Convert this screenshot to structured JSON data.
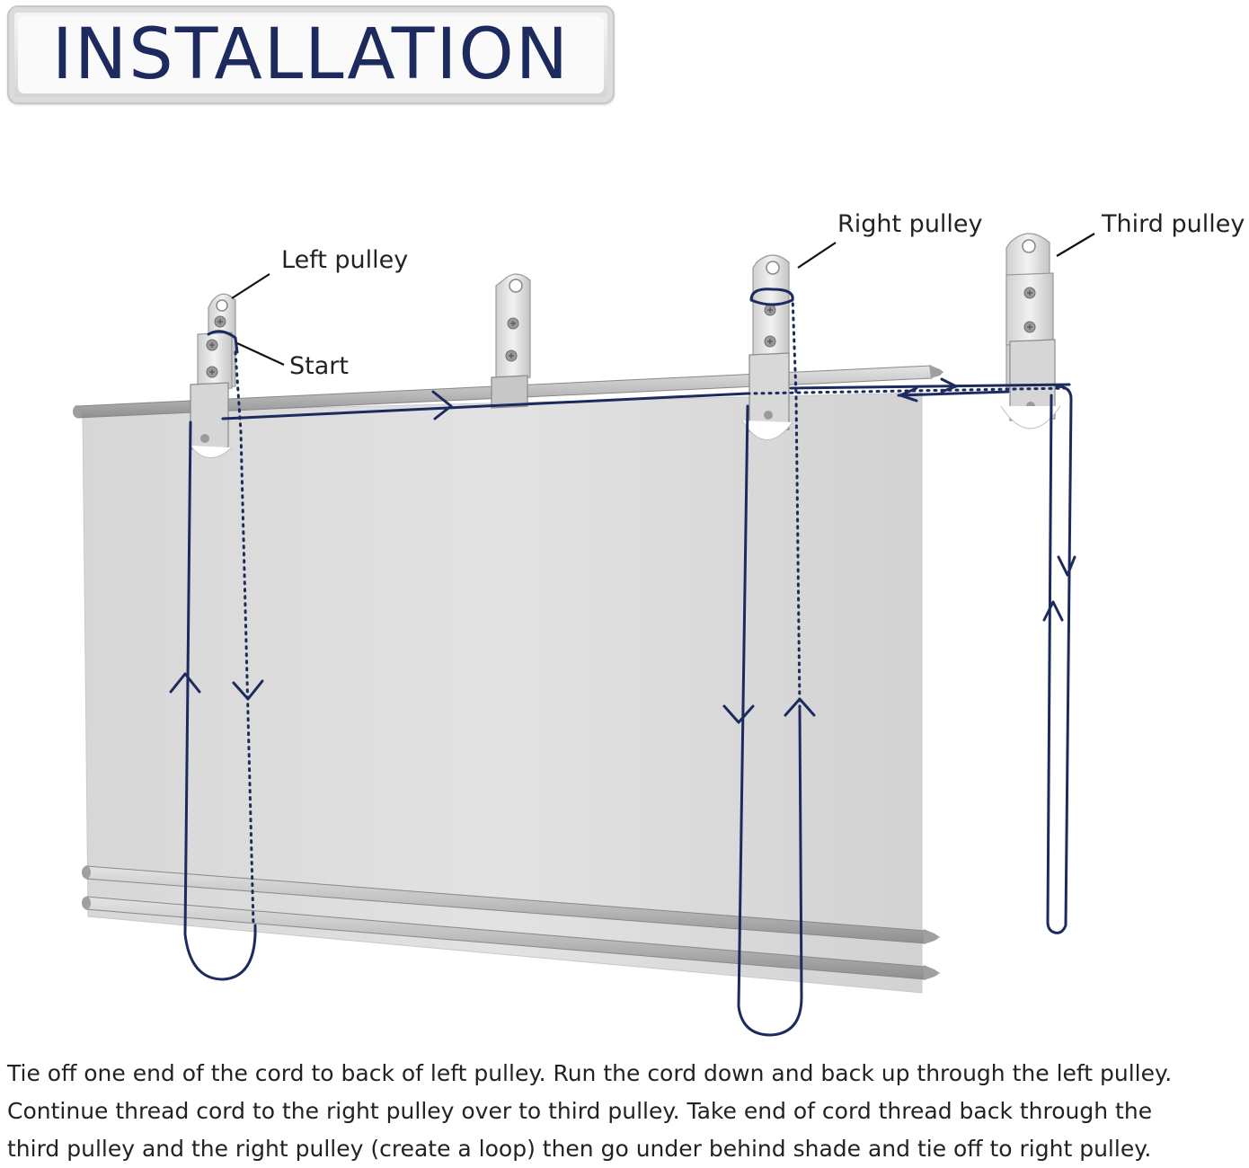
{
  "title": "INSTALLATION",
  "labels": {
    "left_pulley": "Left pulley",
    "start": "Start",
    "right_pulley": "Right pulley",
    "third_pulley": "Third pulley"
  },
  "instructions": [
    "Tie off one end of the cord to back of left pulley. Run the cord down and back up through the left pulley.",
    "Continue thread cord to the right pulley over to third pulley. Take end of cord thread back through the",
    "third pulley and the right pulley (create a loop) then go under behind shade and tie off to right pulley."
  ],
  "colors": {
    "title": "#1d2a5e",
    "cord": "#1d2a5e",
    "shade": "#dedede",
    "rod": "#b9b9b9",
    "banner": "#e3e3e3"
  }
}
